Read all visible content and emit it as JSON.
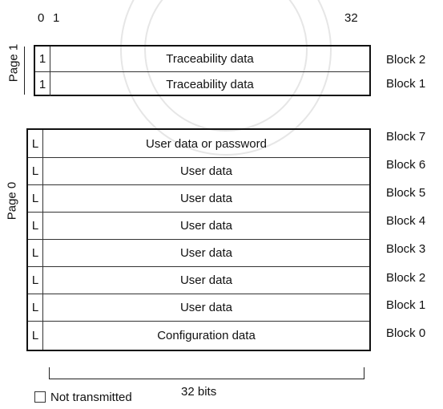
{
  "bit_labels": {
    "zero": "0",
    "one": "1",
    "thirty_two": "32"
  },
  "page1": {
    "label": "Page 1",
    "rows": [
      {
        "flag": "1",
        "text": "Traceability data",
        "block": "Block 2"
      },
      {
        "flag": "1",
        "text": "Traceability data",
        "block": "Block 1"
      }
    ]
  },
  "page0": {
    "label": "Page 0",
    "rows": [
      {
        "flag": "L",
        "text": "User data or password",
        "block": "Block 7"
      },
      {
        "flag": "L",
        "text": "User data",
        "block": "Block 6"
      },
      {
        "flag": "L",
        "text": "User data",
        "block": "Block 5"
      },
      {
        "flag": "L",
        "text": "User data",
        "block": "Block 4"
      },
      {
        "flag": "L",
        "text": "User data",
        "block": "Block 3"
      },
      {
        "flag": "L",
        "text": "User data",
        "block": "Block 2"
      },
      {
        "flag": "L",
        "text": "User data",
        "block": "Block 1"
      },
      {
        "flag": "L",
        "text": "Configuration data",
        "block": "Block 0"
      }
    ]
  },
  "width_label": "32 bits",
  "legend": {
    "text": "Not transmitted"
  }
}
